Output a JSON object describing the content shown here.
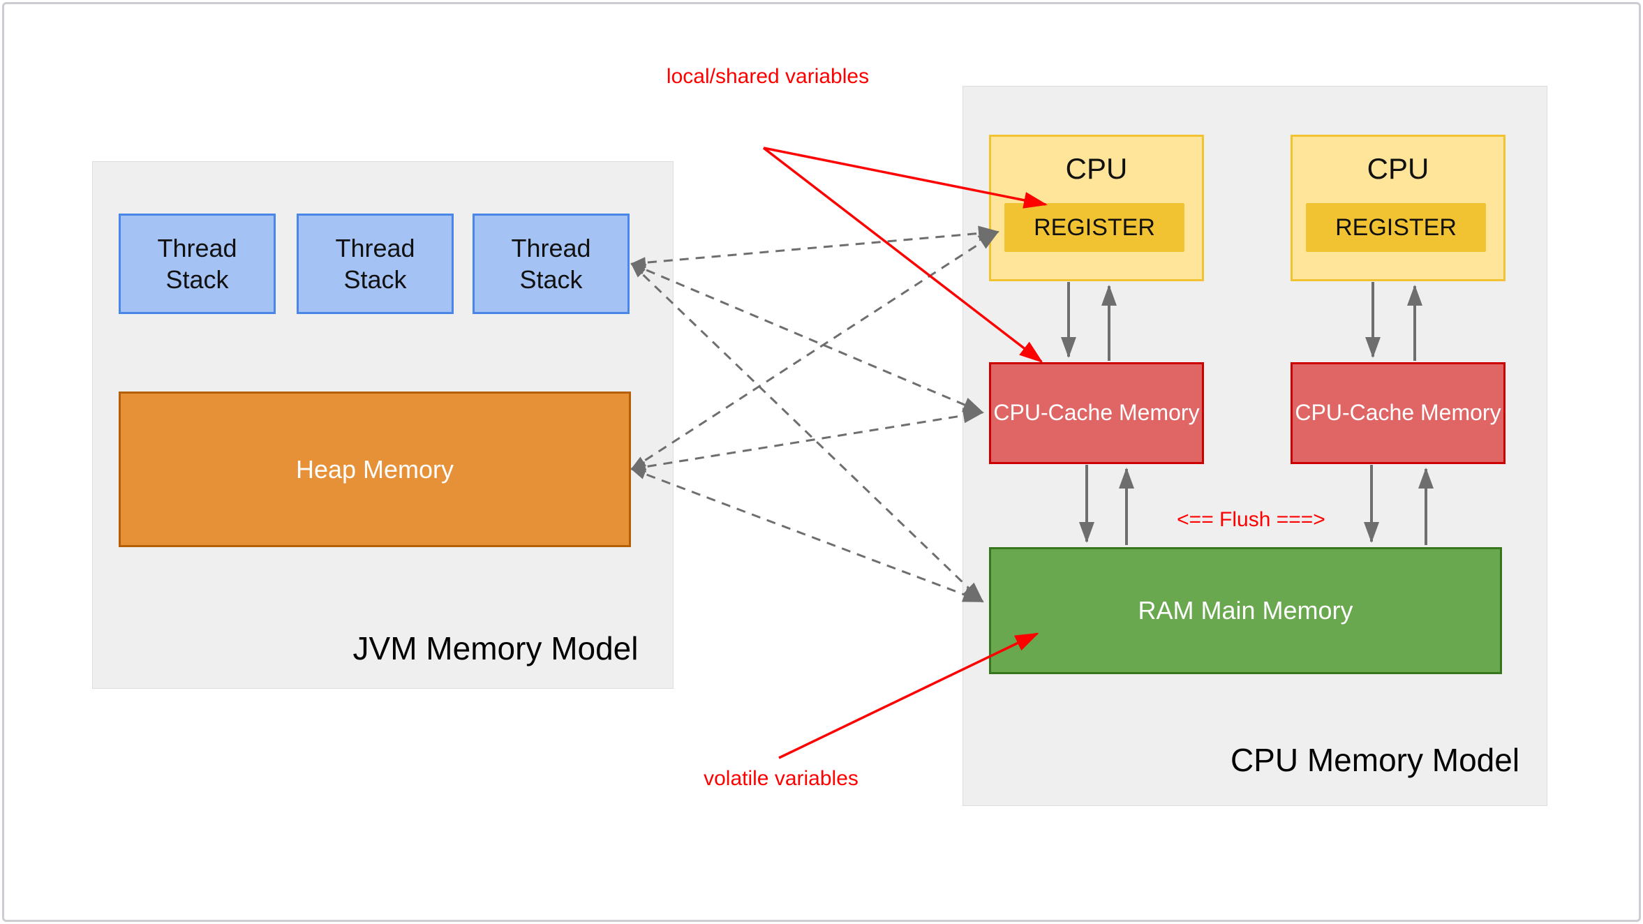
{
  "colors": {
    "panel_fill": "#efefef",
    "thread_fill": "#a4c2f4",
    "thread_border": "#4a86e8",
    "heap_fill": "#e69138",
    "heap_border": "#b45f06",
    "cpu_fill": "#ffe599",
    "cpu_border": "#f1c232",
    "register_fill": "#f1c232",
    "cache_fill": "#e06666",
    "cache_border": "#cc0000",
    "ram_fill": "#6aa84f",
    "ram_border": "#38761d",
    "annotation_red": "#ff0000",
    "arrow_gray": "#6e6e6e"
  },
  "jvm": {
    "title": "JVM Memory Model",
    "thread_stacks": [
      "Thread Stack",
      "Thread Stack",
      "Thread Stack"
    ],
    "heap": {
      "label": "Heap Memory"
    }
  },
  "cpu": {
    "title": "CPU Memory Model",
    "cpus": [
      {
        "label": "CPU",
        "register": "REGISTER",
        "cache": "CPU-Cache Memory"
      },
      {
        "label": "CPU",
        "register": "REGISTER",
        "cache": "CPU-Cache Memory"
      }
    ],
    "ram": {
      "label": "RAM Main Memory"
    }
  },
  "annotations": {
    "local_shared": "local/shared variables",
    "volatile": "volatile variables",
    "flush": "<== Flush ===>"
  }
}
